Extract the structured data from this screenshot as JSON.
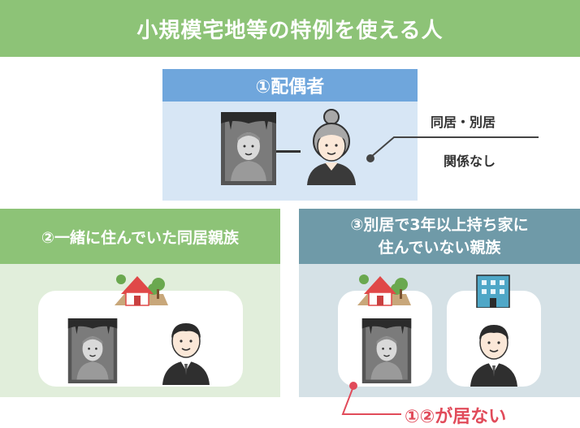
{
  "title": "小規模宅地等の特例を使える人",
  "spouse": {
    "header": "①配偶者",
    "note_line1": "同居・別居",
    "note_line2": "関係なし"
  },
  "left": {
    "header": "②一緒に住んでいた同居親族"
  },
  "right": {
    "header_line1": "③別居で3年以上持ち家に",
    "header_line2": "住んでいない親族"
  },
  "callout": "①②が居ない",
  "colors": {
    "green": "#8dc377",
    "blue": "#6fa6dc",
    "teal": "#6f9aa8",
    "red": "#e14b5a"
  }
}
